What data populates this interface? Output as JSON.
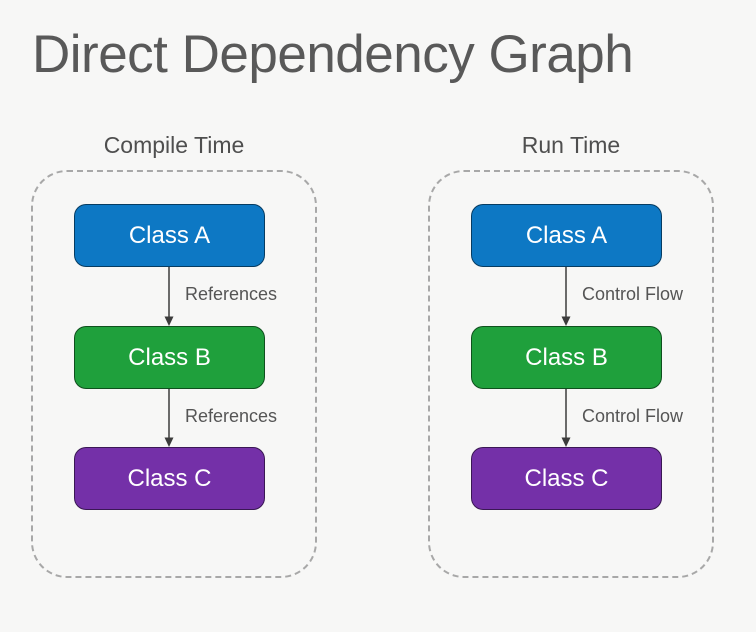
{
  "page": {
    "title": "Direct Dependency Graph",
    "background_color": "#f7f7f6"
  },
  "colors": {
    "node_border": "rgba(0,0,0,0.5)",
    "dashed_border": "#a8a8a8",
    "arrow": "#3c3c3c",
    "text_primary": "#595959",
    "text_secondary": "#555555"
  },
  "panels": [
    {
      "title": "Compile Time",
      "nodes": [
        {
          "label": "Class A",
          "color": "#0d78c4"
        },
        {
          "label": "Class B",
          "color": "#1fa03c"
        },
        {
          "label": "Class C",
          "color": "#7430a8"
        }
      ],
      "edges": [
        {
          "label": "References"
        },
        {
          "label": "References"
        }
      ]
    },
    {
      "title": "Run Time",
      "nodes": [
        {
          "label": "Class A",
          "color": "#0d78c4"
        },
        {
          "label": "Class B",
          "color": "#1fa03c"
        },
        {
          "label": "Class C",
          "color": "#7430a8"
        }
      ],
      "edges": [
        {
          "label": "Control Flow"
        },
        {
          "label": "Control Flow"
        }
      ]
    }
  ]
}
